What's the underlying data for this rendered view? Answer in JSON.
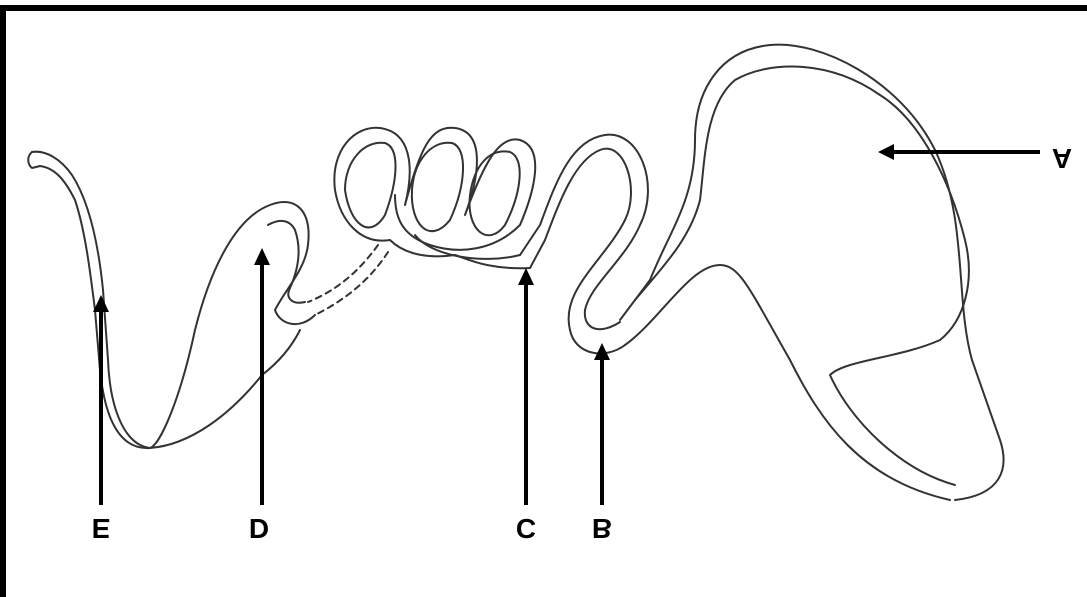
{
  "labels": {
    "a": "A",
    "b": "B",
    "c": "C",
    "d": "D",
    "e": "E"
  },
  "colors": {
    "ink": "#000000",
    "paper": "#ffffff",
    "line": "#333333"
  }
}
